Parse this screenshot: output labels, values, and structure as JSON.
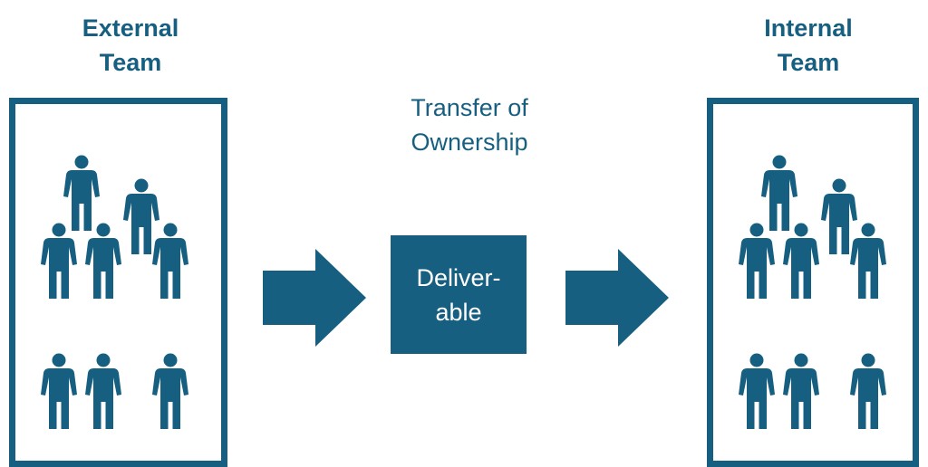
{
  "colors": {
    "primary": "#175f80",
    "background": "#ffffff"
  },
  "external_team": {
    "title_line1": "External",
    "title_line2": "Team",
    "icon": "person-icon"
  },
  "internal_team": {
    "title_line1": "Internal",
    "title_line2": "Team",
    "icon": "person-icon"
  },
  "transfer": {
    "label_line1": "Transfer of",
    "label_line2": "Ownership"
  },
  "deliverable": {
    "line1": "Deliver-",
    "line2": "able"
  },
  "arrows": [
    "right-arrow-icon",
    "right-arrow-icon"
  ]
}
